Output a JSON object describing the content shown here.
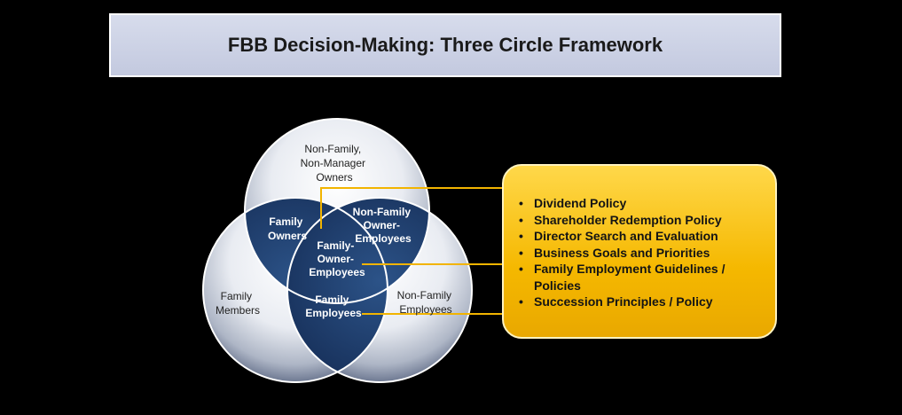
{
  "title": "FBB Decision-Making: Three Circle Framework",
  "regions": {
    "non_family_non_manager_owners": [
      "Non-Family,",
      "Non-Manager",
      "Owners"
    ],
    "family_owners": [
      "Family",
      "Owners"
    ],
    "non_family_owner_employees": [
      "Non-Family",
      "Owner-",
      "Employees"
    ],
    "family_owner_employees": [
      "Family-",
      "Owner-",
      "Employees"
    ],
    "family_members": [
      "Family",
      "Members"
    ],
    "family_employees": [
      "Family",
      "Employees"
    ],
    "non_family_employees": [
      "Non-Family",
      "Employees"
    ]
  },
  "policies": [
    "Dividend Policy",
    "Shareholder Redemption Policy",
    "Director Search and Evaluation",
    "Business Goals and Priorities",
    "Family Employment Guidelines / Policies",
    "Succession Principles / Policy"
  ],
  "colors": {
    "background": "#000000",
    "title_box": "#c9cfe3",
    "overlap_blue": "#1f3f6e",
    "connector_line": "#f2b400",
    "policy_box": "#f5b800"
  }
}
